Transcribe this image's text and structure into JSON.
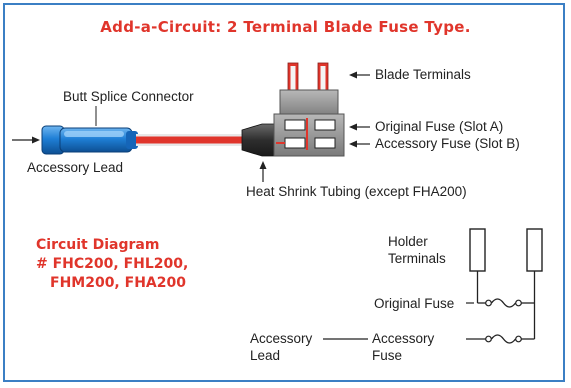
{
  "title": "Add-a-Circuit: 2 Terminal Blade Fuse Type.",
  "labels": {
    "butt_splice": "Butt Splice Connector",
    "accessory_lead": "Accessory Lead",
    "blade_terminals": "Blade Terminals",
    "original_fuse_slot": "Original Fuse (Slot A)",
    "accessory_fuse_slot": "Accessory Fuse (Slot B)",
    "heat_shrink": "Heat Shrink Tubing (except FHA200)"
  },
  "circuit": {
    "heading": "Circuit Diagram",
    "models_line1": "# FHC200, FHL200,",
    "models_line2": "FHM200, FHA200",
    "holder_terminals_line1": "Holder",
    "holder_terminals_line2": "Terminals",
    "original_fuse": "Original Fuse",
    "accessory_lead_line1": "Accessory",
    "accessory_lead_line2": "Lead",
    "accessory_fuse_line1": "Accessory",
    "accessory_fuse_line2": "Fuse"
  },
  "colors": {
    "border": "#3b7fc4",
    "accent_red": "#e0352b",
    "connector_blue": "#1f7fd6",
    "holder_gray": "#8a8a8a",
    "tubing_dark": "#3a3a3a"
  }
}
